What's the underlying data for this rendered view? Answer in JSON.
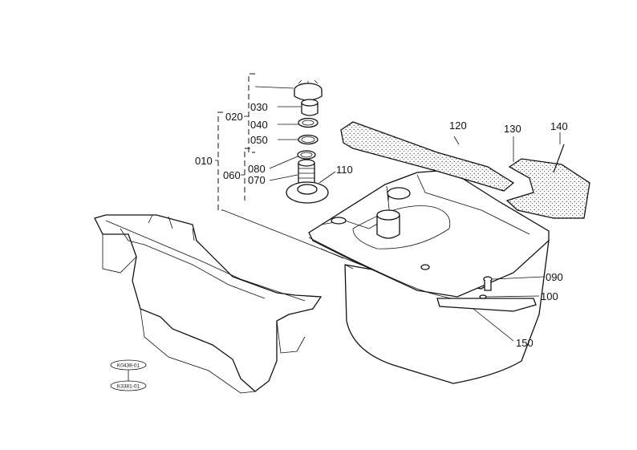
{
  "labels": {
    "p010": "010",
    "p020": "020",
    "p030": "030",
    "p040": "040",
    "p050": "050",
    "p060": "060",
    "p070": "070",
    "p080": "080",
    "p090": "090",
    "p100": "100",
    "p110": "110",
    "p120": "120",
    "p130": "130",
    "p140": "140",
    "p150": "150"
  },
  "refs": {
    "top": "K0438-01",
    "bottom": "K3381-01"
  },
  "colors": {
    "ink": "#111111",
    "paper": "#ffffff"
  }
}
